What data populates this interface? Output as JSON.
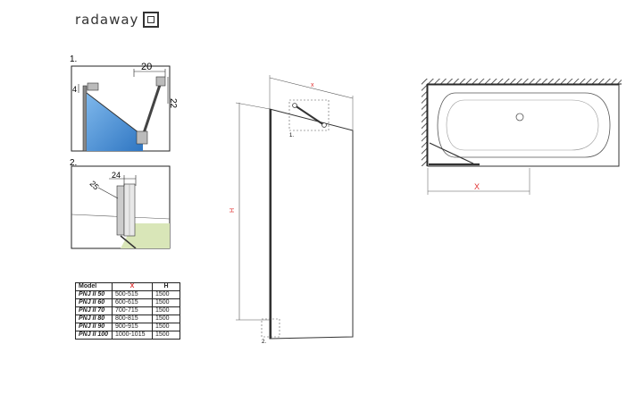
{
  "brand": {
    "name": "radaway"
  },
  "details": {
    "detail1": {
      "label": "1.",
      "dim_top": "20",
      "dim_left": "4",
      "dim_right": "22"
    },
    "detail2": {
      "label": "2.",
      "dim_top": "24",
      "dim_left": "25"
    }
  },
  "elevation": {
    "x_label": "x",
    "h_label": "H",
    "callout1": "1.",
    "callout2": "2."
  },
  "plan": {
    "x_label": "X"
  },
  "table": {
    "headers": {
      "model": "Model",
      "x": "X",
      "h": "H"
    },
    "rows": [
      {
        "model": "PNJ II 50",
        "x": "500-515",
        "h": "1500"
      },
      {
        "model": "PNJ II 60",
        "x": "600-615",
        "h": "1500"
      },
      {
        "model": "PNJ II 70",
        "x": "700-715",
        "h": "1500"
      },
      {
        "model": "PNJ II 80",
        "x": "800-815",
        "h": "1500"
      },
      {
        "model": "PNJ II 90",
        "x": "900-915",
        "h": "1500"
      },
      {
        "model": "PNJ II 100",
        "x": "1000-1015",
        "h": "1500"
      }
    ]
  },
  "colors": {
    "glass": "#3f8fd8",
    "dim_red": "#e03030",
    "floor": "#d9e6b8"
  }
}
